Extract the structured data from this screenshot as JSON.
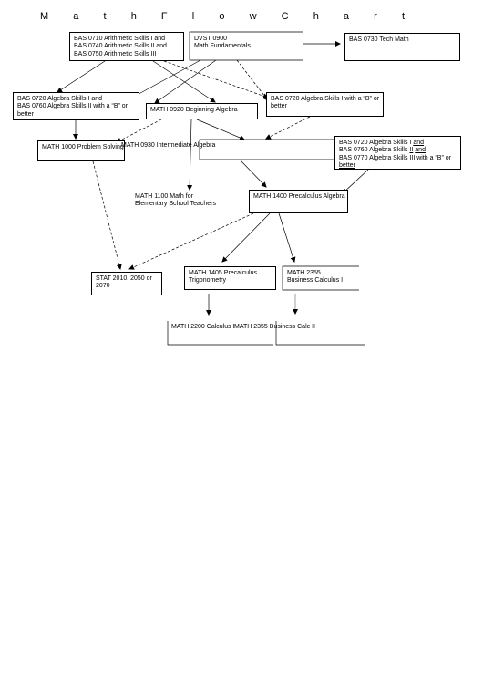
{
  "title_letters": [
    "M",
    "a",
    "t",
    "h",
    "F",
    "l",
    "o",
    "w",
    "C",
    "h",
    "a",
    "r",
    "t"
  ],
  "boxes": {
    "bas_arith": [
      "BAS 0710 Arithmetic Skills I and",
      "BAS 0740 Arithmetic Skills II and",
      "BAS 0750 Arithmetic Skills III"
    ],
    "dvst": [
      "DVST 0900",
      "Math Fundamentals"
    ],
    "bas0730": "BAS 0730 Tech Math",
    "bas_alg_left": [
      "BAS 0720 Algebra Skills I and",
      "BAS 0760 Algebra Skills II with a “B” or",
      "better"
    ],
    "math0920": "MATH 0920 Beginning Algebra",
    "bas0720_right": [
      "BAS 0720 Algebra Skills I with a “B” or",
      "better"
    ],
    "math1000": "MATH 1000 Problem Solving",
    "math0930": "MATH 0930 Intermediate Algebra",
    "bas_alg_right": {
      "l1_pre": "BAS 0720 Algebra Skills I ",
      "l1_u": "and",
      "l2_pre": "BAS 0760 Algebra Skills ",
      "l2_u": "II",
      "l2_post": " ",
      "l2_u2": "and",
      "l3": "BAS 0770 Algebra Skills III with a “B” or",
      "l4_u": "better"
    },
    "math1100": [
      "MATH 1100 Math for",
      "Elementary School Teachers"
    ],
    "math1400": "MATH 1400 Precalculus Algebra",
    "stat": [
      "STAT 2010, 2050 or",
      "2070"
    ],
    "math1405": [
      "MATH 1405 Precalculus",
      "Trigonometry"
    ],
    "math2355": [
      "MATH 2355",
      "Business Calculus I"
    ],
    "math2200": "MATH 2200 Calculus I",
    "math2355b": "MATH 2355 Business Calc II"
  }
}
